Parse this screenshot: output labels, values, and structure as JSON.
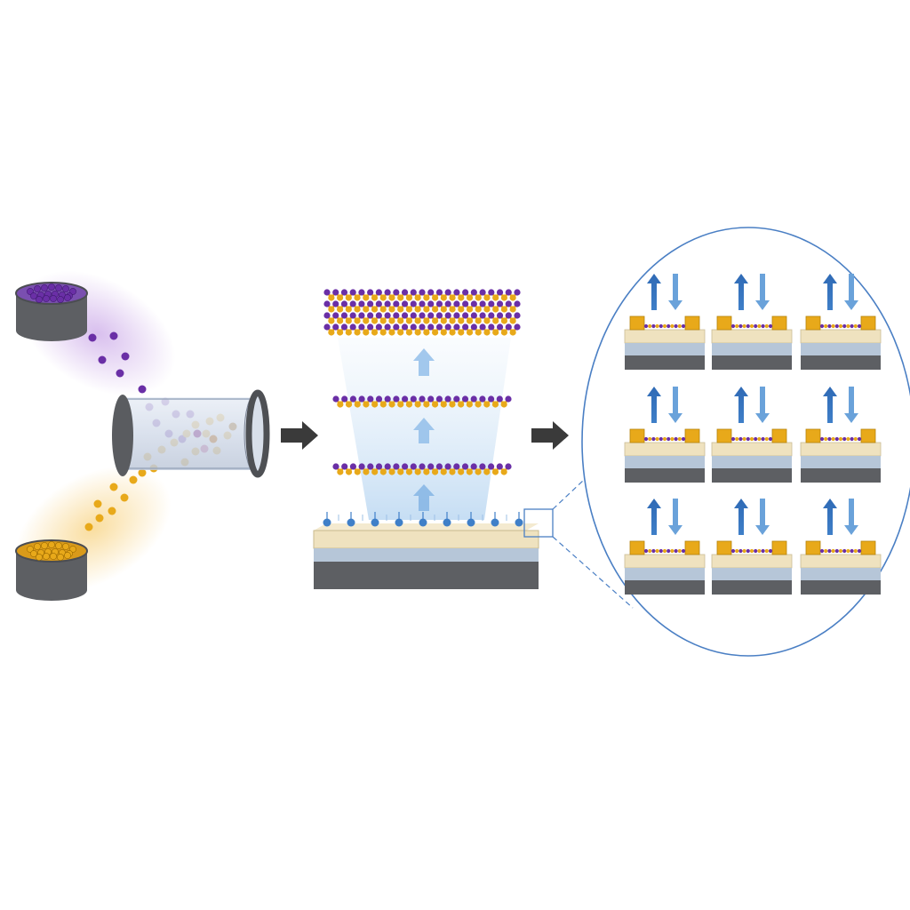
{
  "title": "",
  "palette": {
    "purple": "#6a2fa6",
    "purple_light": "#a07ad0",
    "gold": "#e8a91a",
    "gold_dark": "#c98b00",
    "blue": "#3f7fc8",
    "blue_light": "#9dc0e6",
    "dark_gray": "#5d5f63",
    "beige": "#efe2bf",
    "slate_blue": "#b6c6d8",
    "circle_line": "#4a7fc4",
    "arrow": "#3a3a3a"
  },
  "icons": {
    "flow_arrow": "right-arrow-icon",
    "growth_arrow": "up-arrow-icon",
    "spin_up": "up-arrow-icon",
    "spin_down": "down-arrow-icon"
  },
  "diagram": {
    "stages": [
      "precursor-sources",
      "reactor-tube",
      "layer-growth",
      "device-array"
    ],
    "precursor_sources": [
      {
        "name": "purple-precursor",
        "color": "#6a2fa6"
      },
      {
        "name": "gold-precursor",
        "color": "#e8a91a"
      }
    ],
    "grown_layers": [
      1,
      1,
      4
    ],
    "device_array": {
      "rows": 3,
      "cols": 3
    }
  }
}
